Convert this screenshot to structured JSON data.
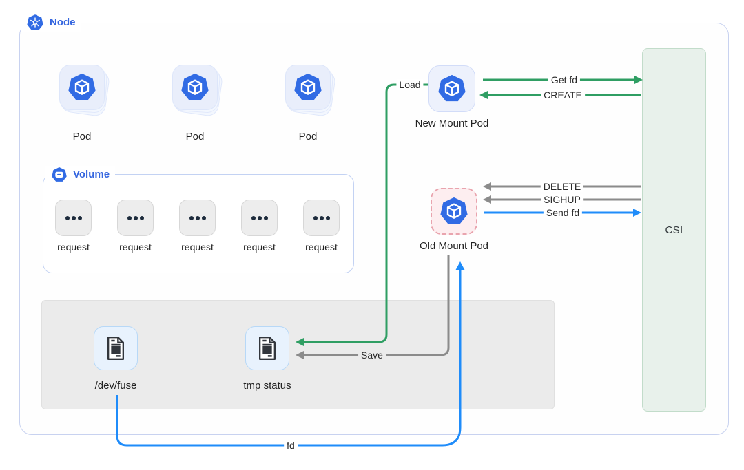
{
  "node": {
    "label": "Node"
  },
  "pods": [
    {
      "label": "Pod"
    },
    {
      "label": "Pod"
    },
    {
      "label": "Pod"
    }
  ],
  "volume": {
    "label": "Volume",
    "requests": [
      {
        "label": "request"
      },
      {
        "label": "request"
      },
      {
        "label": "request"
      },
      {
        "label": "request"
      },
      {
        "label": "request"
      }
    ]
  },
  "files": {
    "dev_fuse": {
      "label": "/dev/fuse"
    },
    "tmp_status": {
      "label": "tmp status"
    }
  },
  "mounts": {
    "new": {
      "label": "New Mount Pod"
    },
    "old": {
      "label": "Old Mount Pod"
    }
  },
  "csi": {
    "label": "CSI"
  },
  "edges": {
    "get_fd": {
      "label": "Get fd",
      "color": "#2f9e63",
      "from": "new-mount-pod",
      "to": "csi"
    },
    "create": {
      "label": "CREATE",
      "color": "#2f9e63",
      "from": "csi",
      "to": "new-mount-pod"
    },
    "load": {
      "label": "Load",
      "color": "#2f9e63",
      "from": "new-mount-pod",
      "to": "tmp-status"
    },
    "delete": {
      "label": "DELETE",
      "color": "#8b8b8b",
      "from": "csi",
      "to": "old-mount-pod"
    },
    "sighup": {
      "label": "SIGHUP",
      "color": "#8b8b8b",
      "from": "csi",
      "to": "old-mount-pod"
    },
    "send_fd": {
      "label": "Send fd",
      "color": "#1f8cfa",
      "from": "old-mount-pod",
      "to": "csi"
    },
    "save": {
      "label": "Save",
      "color": "#8b8b8b",
      "from": "old-mount-pod",
      "to": "tmp-status"
    },
    "fd": {
      "label": "fd",
      "color": "#1f8cfa",
      "from": "dev-fuse",
      "to": "old-mount-pod"
    }
  },
  "colors": {
    "k8s_blue": "#316be4",
    "label_blue": "#3566df",
    "green": "#2f9e63",
    "gray": "#8b8b8b",
    "blue": "#1f8cfa",
    "csi_bg": "#e8f1eb",
    "old_pod_bg": "#fdeef0"
  }
}
